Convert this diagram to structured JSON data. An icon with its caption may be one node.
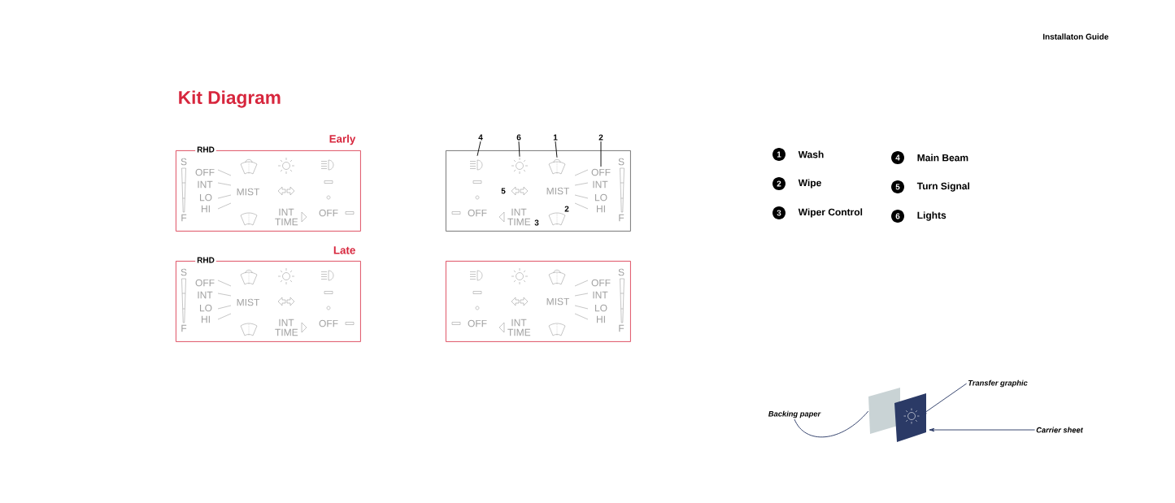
{
  "diagram": {
    "title": "Kit Diagram",
    "nodes": [
      {
        "text": [
          "RHD",
          "S",
          "F",
          "OFF",
          "INT",
          "LO",
          "HI",
          "MIST",
          "INT TIME",
          "OFF"
        ],
        "beside": [
          "Early"
        ]
      },
      {
        "text": [
          "4"
        ]
      },
      {
        "text": [
          "6"
        ]
      },
      {
        "text": [
          "1"
        ]
      },
      {
        "text": [
          "2"
        ]
      },
      {
        "text": [
          "OFF",
          "INT TIME",
          "MIST",
          "OFF",
          "INT",
          "LO",
          "HI",
          "S",
          "F"
        ]
      },
      {
        "text": [],
        "shape": "picture",
        "in": 5
      },
      {
        "text": [],
        "shape": "picture",
        "in": 5
      },
      {
        "text": [],
        "shape": "picture",
        "in": 5
      },
      {
        "text": [
          "RHD",
          "S",
          "F",
          "OFF",
          "INT",
          "LO",
          "HI",
          "MIST",
          "INT TIME",
          "OFF"
        ],
        "beside": [
          "Late"
        ]
      },
      {
        "text": [
          "OFF",
          "INT TIME",
          "MIST",
          "OFF",
          "INT",
          "LO",
          "HI",
          "S",
          "F"
        ]
      },
      {
        "text": [
          "1"
        ],
        "beside": [
          "Wash"
        ]
      },
      {
        "text": [
          "2"
        ],
        "beside": [
          "Wipe"
        ]
      },
      {
        "text": [
          "3"
        ],
        "beside": [
          "Wiper Control"
        ]
      },
      {
        "text": [
          "4"
        ],
        "beside": [
          "Main Beam"
        ]
      },
      {
        "text": [
          "5"
        ],
        "beside": [
          "Turn Signal"
        ]
      },
      {
        "text": [
          "6"
        ],
        "beside": [
          "Lights"
        ]
      },
      {
        "text": [
          "Backing paper"
        ]
      },
      {
        "text": [],
        "shape": "box"
      },
      {
        "text": [],
        "shape": "box"
      },
      {
        "text": [],
        "shape": "picture",
        "in": 19
      },
      {
        "text": [
          "Transfer graphic"
        ]
      },
      {
        "text": [
          "Carrier sheet"
        ]
      }
    ],
    "edges": [
      {
        "from": 1,
        "to": 6,
        "arrow": "none"
      },
      {
        "from": 2,
        "to": 7,
        "arrow": "none"
      },
      {
        "from": 3,
        "to": 8,
        "arrow": "none"
      },
      {
        "from": 4,
        "to": null,
        "arrow": "none"
      },
      {
        "from": 17,
        "to": 18,
        "arrow": "none",
        "color": "#2b3a66"
      },
      {
        "from": 21,
        "to": 20,
        "arrow": "to",
        "color": "#2b3a66"
      },
      {
        "from": 22,
        "to": 19,
        "arrow": "to",
        "color": "#2b3a66"
      }
    ],
    "labels": [
      "Installaton Guide",
      "5",
      "2",
      "3"
    ]
  }
}
